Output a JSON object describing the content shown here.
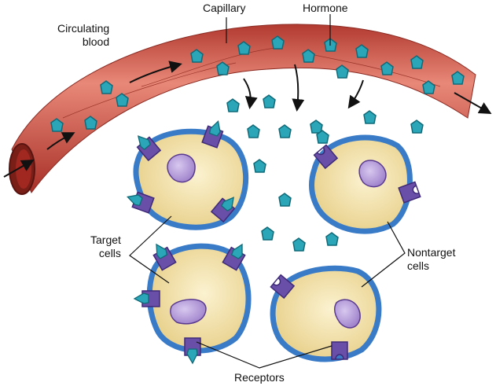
{
  "labels": {
    "circulating_blood": [
      "Circulating",
      "blood"
    ],
    "capillary": "Capillary",
    "hormone": "Hormone",
    "target_cells": [
      "Target",
      "cells"
    ],
    "nontarget_cells": [
      "Nontarget",
      "cells"
    ],
    "receptors": "Receptors"
  },
  "colors": {
    "vessel": "#c0473a",
    "vessel_light": "#e07a6a",
    "hormone": "#2aa6b8",
    "hormone_edge": "#106a78",
    "receptor": "#6a4fa8",
    "membrane": "#3a7bc8",
    "cytoplasm": "#f3e2a8",
    "nucleus": "#a890d0"
  },
  "cells": [
    {
      "name": "target-cell",
      "kind": "target"
    },
    {
      "name": "target-cell",
      "kind": "target"
    },
    {
      "name": "nontarget-cell",
      "kind": "nontarget"
    },
    {
      "name": "nontarget-cell",
      "kind": "nontarget"
    }
  ]
}
